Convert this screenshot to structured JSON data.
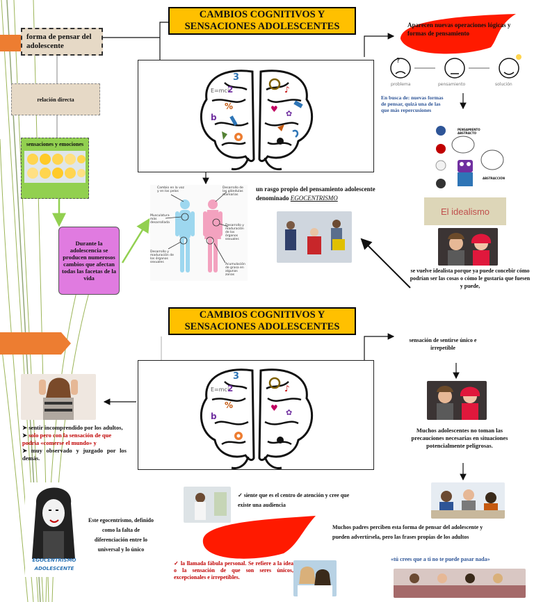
{
  "top": {
    "title": "CAMBIOS COGNITIVOS Y SENSACIONES ADOLESCENTES",
    "left_col": {
      "forma_pensar": "forma de pensar del adolescente",
      "relacion": "relación directa",
      "sensaciones": "sensaciones y emociones",
      "durante": "Durante la adolescencia se producen numerosos cambios que afectan todas las facetas de la vida"
    },
    "body_labels": {
      "l1": "Cambio en la voz y en los pelos",
      "l2": "Musculatura más desarrollada",
      "l3": "Desarrollo y maduración de los órganos sexuales",
      "r1": "Desarrollo de las glándulas mamarias",
      "r2": "Desarrollo y maduración de los órganos sexuales",
      "r3": "Acumulación de grasa en algunas zonas"
    },
    "rasgo_text": "un rasgo propio del pensamiento adolescente denominado",
    "rasgo_link": "EGOCENTRISMO",
    "speech_red": "Aparecen nuevas operaciones lógicas y formas de pensamiento",
    "faces_labels": [
      "problema",
      "pensamiento",
      "solución"
    ],
    "en_busca": "En busca de: nuevas formas de pensar, quizá una de las que más repercusiones",
    "abstract_labels": [
      "PENSAMIENTO ABSTRACTO",
      "ABSTRACCIÓN"
    ],
    "idealismo": "El idealismo",
    "idealista_text": "se vuelve idealista porque ya puede concebir cómo podrían ser las cosas o cómo le gustaría que fuesen y puede,"
  },
  "bottom": {
    "title": "CAMBIOS COGNITIVOS Y SENSACIONES ADOLESCENTES",
    "unico": "sensación de sentirse único e irrepetible",
    "bullets": [
      {
        "text": "sentir incomprendido por los adultos,",
        "color": "#111111"
      },
      {
        "text": "solo pero con la sensación de que",
        "color": "#c00000"
      },
      {
        "text": "podría «comerse el mundo» y",
        "color": "#c00000"
      },
      {
        "text": "muy observado y juzgado por los demás.",
        "color": "#111111"
      }
    ],
    "ego_def": "Este egocentrismo, definido como la falta de diferenciación entre lo universal y lo único",
    "ego_badge": [
      "EGOCENTRISMO",
      "ADOLESCENTE"
    ],
    "precauciones": "Muchos adolescentes no toman las precauciones necesarias en situaciones potencialmente peligrosas.",
    "centro": "siente que es el centro de atención y cree que existe una audiencia",
    "padres": "Muchos padres perciben esta forma de pensar del adolescente y pueden advertírsela, pero las frases propias de los adultos",
    "tu_crees": "«tú crees que a ti no te puede pasar nada»",
    "fabula": "la llamada fábula personal. Se refiere a la idea o la sensación de que son seres únicos, excepcionales e irrepetibles.",
    "check": "✓"
  },
  "brain_symbols": [
    "3",
    "2",
    "E=mc²",
    "%",
    "b",
    "♥",
    "♪",
    "✿"
  ],
  "colors": {
    "title_bg": "#ffc000",
    "orange": "#ed7d31",
    "red": "#ff1a00",
    "green": "#92d050",
    "pink": "#e07be0",
    "beige": "#e6d9c6",
    "idealismo_bg": "#ddd6b8",
    "idealismo_text": "#c0504d",
    "blue_text": "#2e5597"
  }
}
